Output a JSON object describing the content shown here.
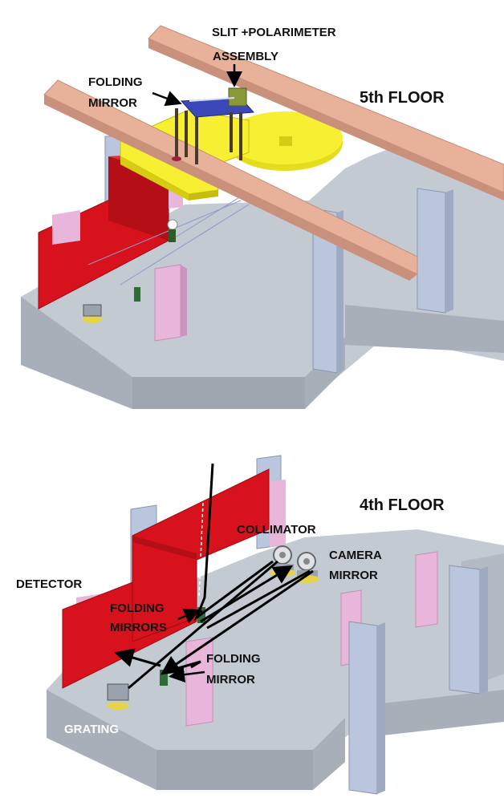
{
  "top_panel": {
    "floor_title": "5th FLOOR",
    "labels": {
      "slit_line1": "SLIT +POLARIMETER",
      "slit_line2": "ASSEMBLY",
      "folding_line1": "FOLDING",
      "folding_line2": "MIRROR"
    }
  },
  "bottom_panel": {
    "floor_title": "4th FLOOR",
    "labels": {
      "collimator": "COLLIMATOR",
      "camera_line1": "CAMERA",
      "camera_line2": "MIRROR",
      "detector": "DETECTOR",
      "folding_mirrors_line1": "FOLDING",
      "folding_mirrors_line2": "MIRRORS",
      "folding_mirror_line1": "FOLDING",
      "folding_mirror_line2": "MIRROR",
      "grating": "GRATING"
    }
  },
  "colors": {
    "slab_top": "#c4cad2",
    "slab_side": "#a9afb8",
    "wall_red": "#d8121c",
    "beam_salmon": "#e8b19a",
    "pillar_blue": "#b9c6de",
    "pillar_pink": "#e7b6da",
    "platform_yellow": "#f7f032",
    "table_blue": "#3b49b8"
  }
}
